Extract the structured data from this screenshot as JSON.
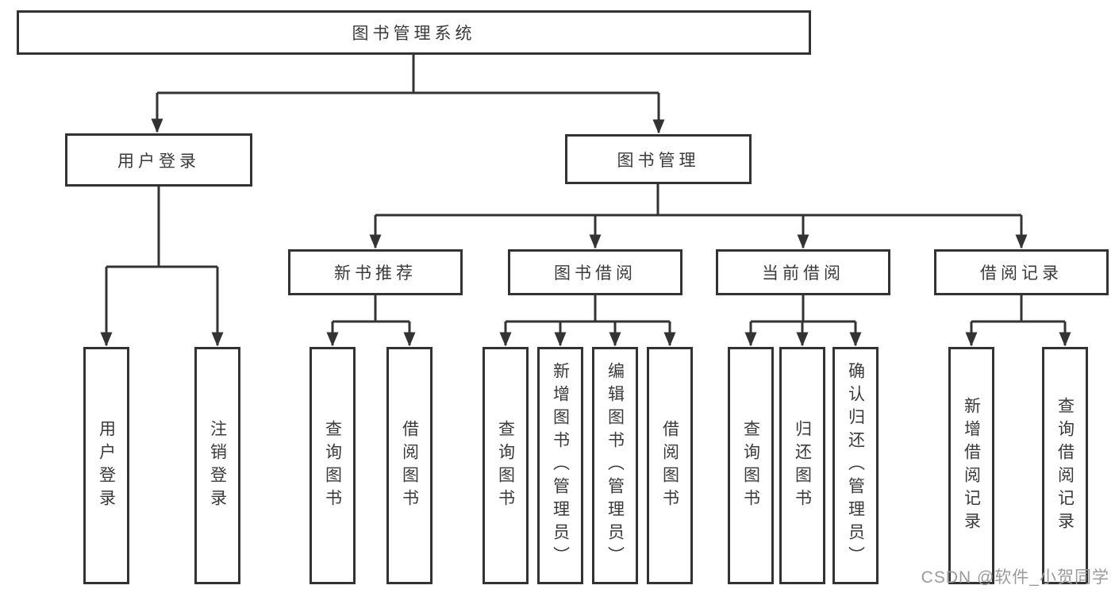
{
  "tree": {
    "root": {
      "label": "图书管理系统"
    },
    "branches": [
      {
        "label": "用户登录",
        "children": [
          {
            "label": "用户登录"
          },
          {
            "label": "注销登录"
          }
        ]
      },
      {
        "label": "图书管理",
        "children": [
          {
            "label": "新书推荐",
            "children": [
              {
                "label": "查询图书"
              },
              {
                "label": "借阅图书"
              }
            ]
          },
          {
            "label": "图书借阅",
            "children": [
              {
                "label": "查询图书"
              },
              {
                "label": "新增图书（管理员）"
              },
              {
                "label": "编辑图书（管理员）"
              },
              {
                "label": "借阅图书"
              }
            ]
          },
          {
            "label": "当前借阅",
            "children": [
              {
                "label": "查询图书"
              },
              {
                "label": "归还图书"
              },
              {
                "label": "确认归还（管理员）"
              }
            ]
          },
          {
            "label": "借阅记录",
            "children": [
              {
                "label": "新增借阅记录"
              },
              {
                "label": "查询借阅记录"
              }
            ]
          }
        ]
      }
    ]
  },
  "watermark": {
    "text": "CSDN @软件_小贺同学"
  },
  "colors": {
    "line": "#333333",
    "box_border": "#333333",
    "text": "#3a3a3a",
    "watermark": "#9b9b9b",
    "background": "#ffffff"
  }
}
